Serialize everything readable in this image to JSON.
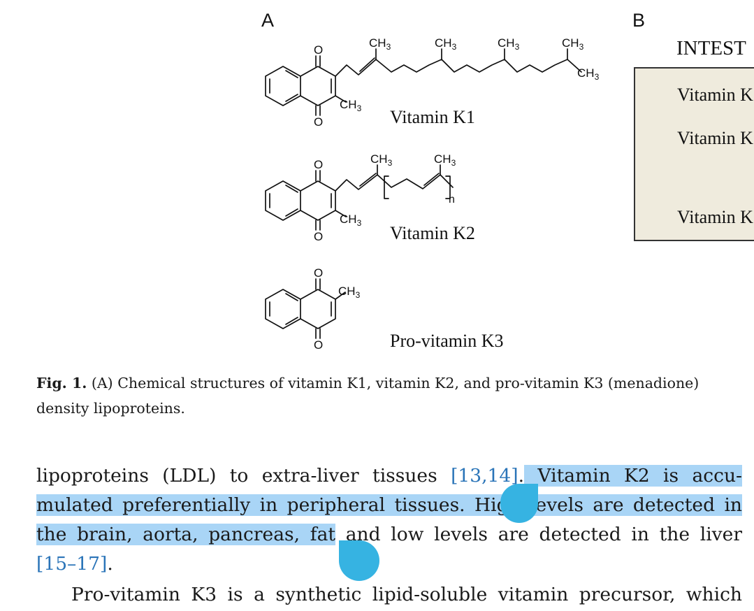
{
  "figure": {
    "panel_a_label": "A",
    "panel_b_label": "B",
    "molecules": {
      "k1_label": "Vitamin K1",
      "k2_label": "Vitamin K2",
      "k3_label": "Pro-vitamin K3"
    },
    "atoms": {
      "oxygen": "O",
      "methyl": "CH3",
      "repeat_index": "n"
    },
    "panel_b": {
      "title": "INTEST",
      "items": [
        "Vitamin K",
        "Vitamin K",
        "Vitamin K"
      ],
      "box_fill": "#efebdd"
    }
  },
  "caption": {
    "label": "Fig. 1.",
    "line1": " (A) Chemical structures of vitamin K1, vitamin K2, and pro-vitamin K3 (menadione)",
    "line2": "density lipoproteins."
  },
  "body": {
    "line1_pre": "lipoproteins (LDL) to extra-liver tissues ",
    "line1_cite": "[13,14]",
    "line1_plain": ".",
    "line1_hl": " Vitamin K2 is accu-",
    "line2_hl": "mulated preferentially in peripheral tissues. High levels are detected in",
    "line3_hl": "the brain, aorta, pancreas, fat",
    "line3_rest": " and low levels are detected in the liver",
    "line4_cite": "[15–17]",
    "line4_rest": ".",
    "line5": "Pro-vitamin K3 is a synthetic lipid-soluble vitamin precursor, which"
  },
  "colors": {
    "highlight": "#a9d5f6",
    "handle": "#36b3e2",
    "citation": "#2a74b8"
  }
}
